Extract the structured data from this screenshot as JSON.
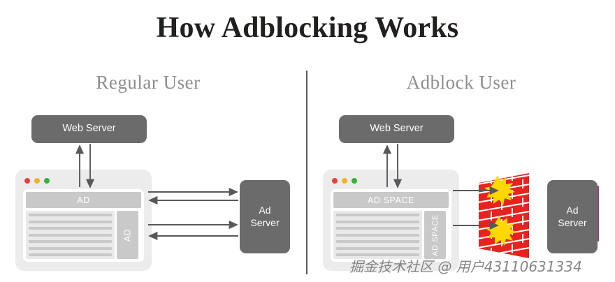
{
  "title": "How Adblocking Works",
  "columns": {
    "left": {
      "heading": "Regular User"
    },
    "right": {
      "heading": "Adblock User"
    }
  },
  "left_panel": {
    "web_server_label": "Web Server",
    "ad_server_label": "Ad\nServer",
    "ad_server_line1": "Ad",
    "ad_server_line2": "Server",
    "browser": {
      "banner_label": "AD",
      "sidebar_label": "AD",
      "content_line_count": 7,
      "traffic_lights": [
        "red",
        "yellow",
        "green"
      ]
    },
    "arrows": [
      {
        "name": "browser-to-webserver-request",
        "direction": "up"
      },
      {
        "name": "webserver-to-browser-response",
        "direction": "down"
      },
      {
        "name": "banner-to-adserver-request",
        "direction": "right"
      },
      {
        "name": "adserver-to-banner-response",
        "direction": "left"
      },
      {
        "name": "sidebar-to-adserver-request",
        "direction": "right"
      },
      {
        "name": "adserver-to-sidebar-response",
        "direction": "left"
      }
    ]
  },
  "right_panel": {
    "web_server_label": "Web Server",
    "ad_server_label": "Ad\nServer",
    "ad_server_line1": "Ad",
    "ad_server_line2": "Server",
    "browser": {
      "banner_label": "AD SPACE",
      "sidebar_label": "AD SPACE",
      "content_line_count": 7,
      "traffic_lights": [
        "red",
        "yellow",
        "green"
      ]
    },
    "firewall": {
      "name": "brick-wall",
      "blocked_count": 2
    },
    "arrows": [
      {
        "name": "browser-to-webserver-request",
        "direction": "up"
      },
      {
        "name": "webserver-to-browser-response",
        "direction": "down"
      },
      {
        "name": "banner-to-wall-blocked",
        "direction": "right"
      },
      {
        "name": "sidebar-to-wall-blocked",
        "direction": "right"
      }
    ]
  },
  "watermark": "掘金技术社区 @ 用户43110631334",
  "colors": {
    "title": "#221f1f",
    "heading": "#8e8e8e",
    "server_box": "#6b6b6b",
    "browser_frame": "#ececed",
    "ad_block": "#c9c9c9",
    "content_line": "#c9c9c9",
    "arrow": "#58585a",
    "brick_red": "#e8231f",
    "brick_mortar": "#ffffff",
    "burst_yellow": "#ffd800",
    "dot_red": "#e8403a",
    "dot_yellow": "#f2b127",
    "dot_green": "#36b134",
    "divider": "#5a5a5a",
    "accent_magenta": "#9b3f8f"
  }
}
